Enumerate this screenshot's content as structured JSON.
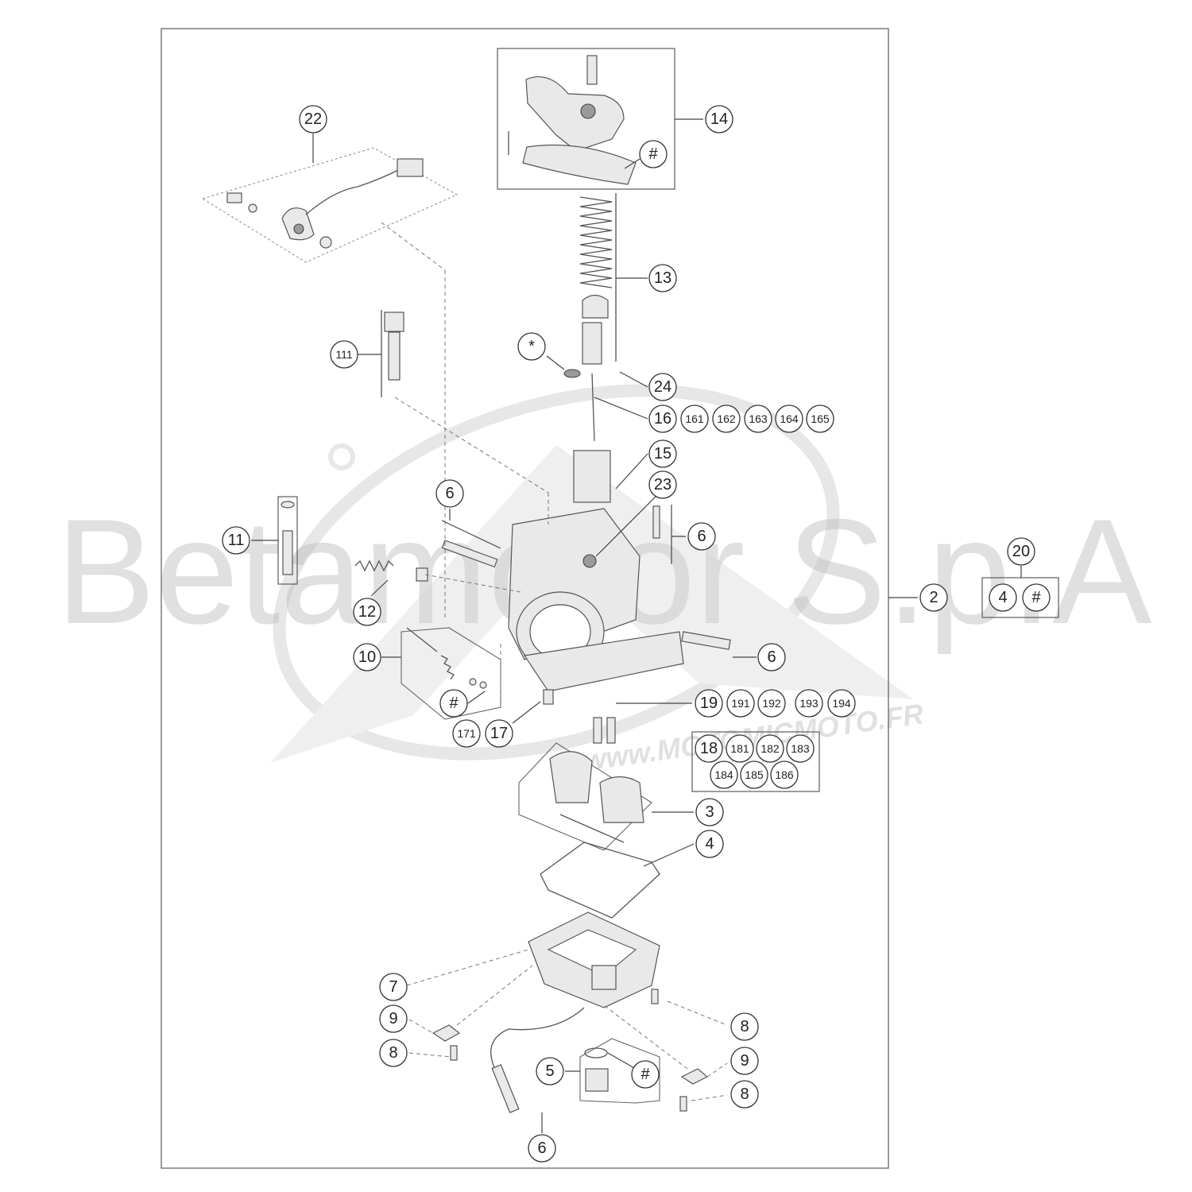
{
  "watermark": {
    "brand": "Betamotor S.p.A",
    "site": "www.MOTOMICMOTO.FR"
  },
  "callouts": {
    "c22": "22",
    "c14": "14",
    "c14h": "#",
    "c13": "13",
    "cstar": "*",
    "c24": "24",
    "c16": "16",
    "c161": "161",
    "c162": "162",
    "c163": "163",
    "c164": "164",
    "c165": "165",
    "c15": "15",
    "c23": "23",
    "c111": "111",
    "c6a": "6",
    "c6b": "6",
    "c6c": "6",
    "c6d": "6",
    "c11": "11",
    "c12": "12",
    "c20": "20",
    "c20a": "4",
    "c20b": "#",
    "c2": "2",
    "c10": "10",
    "c10h": "#",
    "c19": "19",
    "c191": "191",
    "c192": "192",
    "c193": "193",
    "c194": "194",
    "c171": "171",
    "c17": "17",
    "c18": "18",
    "c181": "181",
    "c182": "182",
    "c183": "183",
    "c184": "184",
    "c185": "185",
    "c186": "186",
    "c3": "3",
    "c4": "4",
    "c7": "7",
    "c9a": "9",
    "c8a": "8",
    "c8b": "8",
    "c9b": "9",
    "c8c": "8",
    "c5": "5",
    "c5h": "#"
  },
  "icons": {
    "needle_jet": "needle-jet-icon",
    "float": "float-icon",
    "spring": "spring-icon"
  }
}
